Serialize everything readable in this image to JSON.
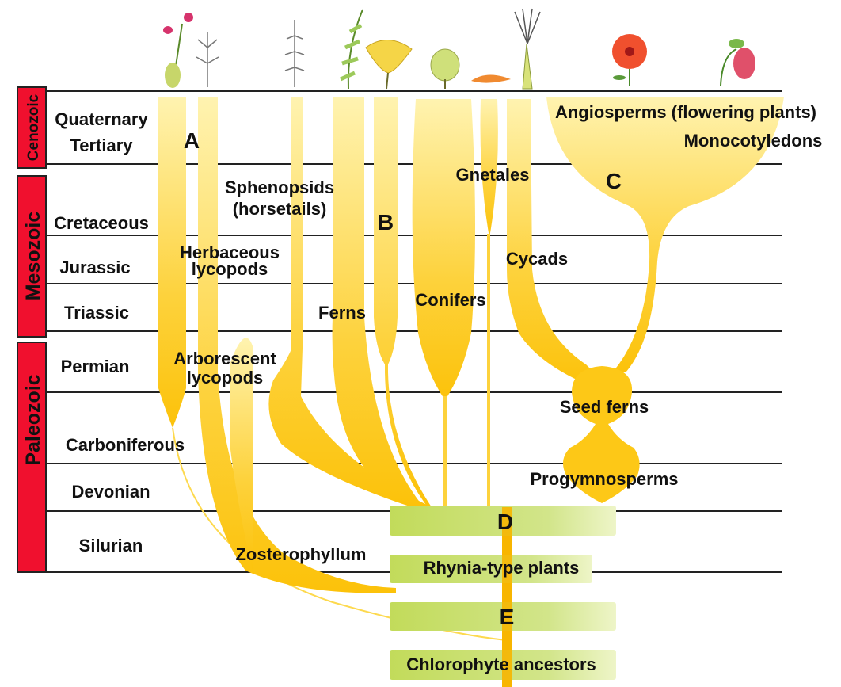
{
  "eras": [
    {
      "name": "Cenozoic"
    },
    {
      "name": "Mesozoic"
    },
    {
      "name": "Paleozoic"
    }
  ],
  "periods": [
    "Quaternary",
    "Tertiary",
    "Cretaceous",
    "Jurassic",
    "Triassic",
    "Permian",
    "Carboniferous",
    "Devonian",
    "Silurian"
  ],
  "lineages": {
    "angiosperms": "Angiosperms (flowering plants)",
    "monocots": "Monocotyledons",
    "gnetales": "Gnetales",
    "sphenopsids_1": "Sphenopsids",
    "sphenopsids_2": "(horsetails)",
    "herb_lyco_1": "Herbaceous",
    "herb_lyco_2": "lycopods",
    "cycads": "Cycads",
    "conifers": "Conifers",
    "ferns": "Ferns",
    "arb_lyco_1": "Arborescent",
    "arb_lyco_2": "lycopods",
    "seed_ferns": "Seed ferns",
    "progymnosperms": "Progymnosperms",
    "zosterophyllum": "Zosterophyllum"
  },
  "markers": {
    "a": "A",
    "b": "B",
    "c": "C",
    "d": "D",
    "e": "E"
  },
  "boxes": {
    "rhynia": "Rhynia-type plants",
    "chlorophyte": "Chlorophyte ancestors"
  },
  "colors": {
    "era": "#f0102e",
    "branch": "#fdc817",
    "branch_light": "#fff3b0",
    "box": "#c9e06a",
    "trunk": "#f7b500"
  }
}
